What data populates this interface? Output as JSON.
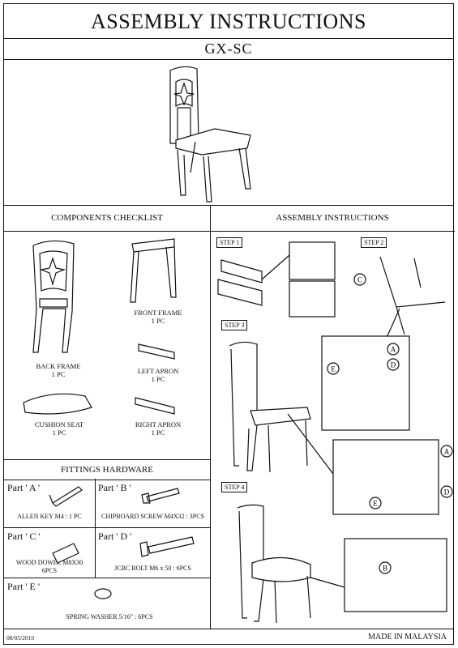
{
  "title": "ASSEMBLY INSTRUCTIONS",
  "model": "GX-SC",
  "components_header": "COMPONENTS CHECKLIST",
  "assembly_header": "ASSEMBLY INSTRUCTIONS",
  "components": {
    "back_frame": {
      "name": "BACK FRAME",
      "qty": "1 PC"
    },
    "front_frame": {
      "name": "FRONT FRAME",
      "qty": "1 PC"
    },
    "left_apron": {
      "name": "LEFT APRON",
      "qty": "1 PC"
    },
    "cushion_seat": {
      "name": "CUSHION SEAT",
      "qty": "1 PC"
    },
    "right_apron": {
      "name": "RIGHT APRON",
      "qty": "1 PC"
    }
  },
  "fittings_header": "FITTINGS HARDWARE",
  "fittings": {
    "a": {
      "part": "Part ' A '",
      "desc": "ALLEN KEY  M4 : 1 PC"
    },
    "b": {
      "part": "Part ' B '",
      "desc": "CHIPBOARD SCREW M4X32 : 3PCS"
    },
    "c": {
      "part": "Part ' C '",
      "desc1": "WOOD DOWEL  M8X30",
      "desc2": "6PCS"
    },
    "d": {
      "part": "Part ' D '",
      "desc": "JCBC BOLT M6 x 50 : 6PCS"
    },
    "e": {
      "part": "Part ' E '",
      "desc": "SPRING WASHER 5/16\" : 6PCS"
    }
  },
  "steps": {
    "s1": "STEP 1",
    "s2": "STEP 2",
    "s3": "STEP 3",
    "s4": "STEP 4"
  },
  "callouts": {
    "a": "A",
    "b": "B",
    "c": "C",
    "d": "D",
    "e": "E"
  },
  "footer": {
    "date": "08/05/2010",
    "made": "MADE IN MALAYSIA"
  }
}
